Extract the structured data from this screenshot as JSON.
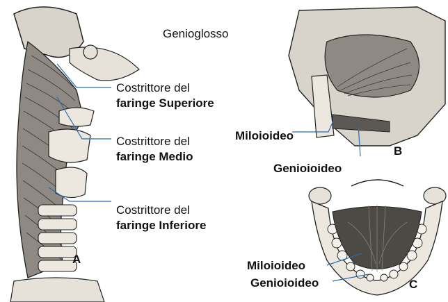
{
  "panels": {
    "A": {
      "letter": "A",
      "labels": [
        {
          "line1": "Costrittore del",
          "line2": "faringe Superiore"
        },
        {
          "line1": "Costrittore del",
          "line2": "faringe Medio"
        },
        {
          "line1": "Costrittore del",
          "line2": "faringe Inferiore"
        }
      ]
    },
    "B": {
      "letter": "B",
      "top_label": "Genioglosso",
      "label_miloioideo": "Miloioideo",
      "label_genioioideo": "Genioioideo"
    },
    "C": {
      "letter": "C",
      "label_miloioideo": "Miloioideo",
      "label_genioioideo": "Genioioideo"
    }
  },
  "colors": {
    "leader_line": "#2a6db0",
    "illustration_stroke": "#1a1a1a",
    "bone_fill": "#e8e4dc",
    "muscle_fill": "#8a8580"
  }
}
